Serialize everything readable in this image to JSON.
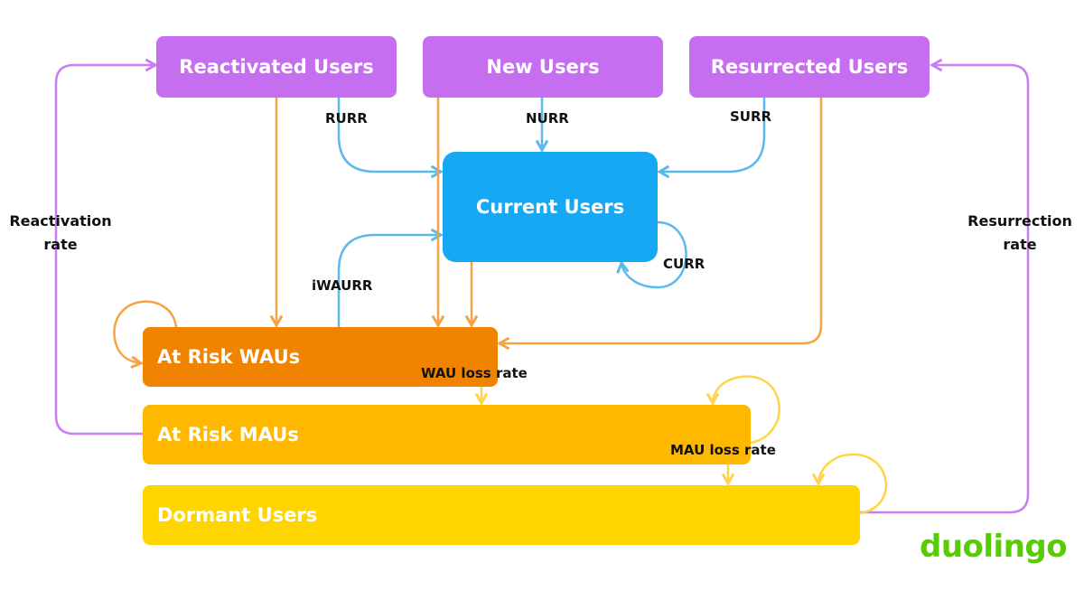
{
  "colors": {
    "purple": "#c87ef5",
    "purple_node": "#c56ff0",
    "blue": "#5bb9ec",
    "blue_node": "#17a8f3",
    "orange": "#f3a447",
    "orange_node": "#f08400",
    "amber_node": "#ffb800",
    "yellow": "#ffd448",
    "yellow_node": "#ffd500",
    "brand_green": "#58cc02"
  },
  "nodes": {
    "reactivated": "Reactivated Users",
    "new": "New Users",
    "resurrected": "Resurrected Users",
    "current": "Current Users",
    "at_risk_wau": "At Risk WAUs",
    "at_risk_mau": "At Risk MAUs",
    "dormant": "Dormant Users"
  },
  "labels": {
    "rurr": "RURR",
    "nurr": "NURR",
    "surr": "SURR",
    "curr": "CURR",
    "iwaurr": "iWAURR",
    "wau_loss": "WAU loss rate",
    "mau_loss": "MAU loss rate",
    "reactivation": [
      "Reactivation",
      "rate"
    ],
    "resurrection": [
      "Resurrection",
      "rate"
    ]
  },
  "logo": "duolingo"
}
